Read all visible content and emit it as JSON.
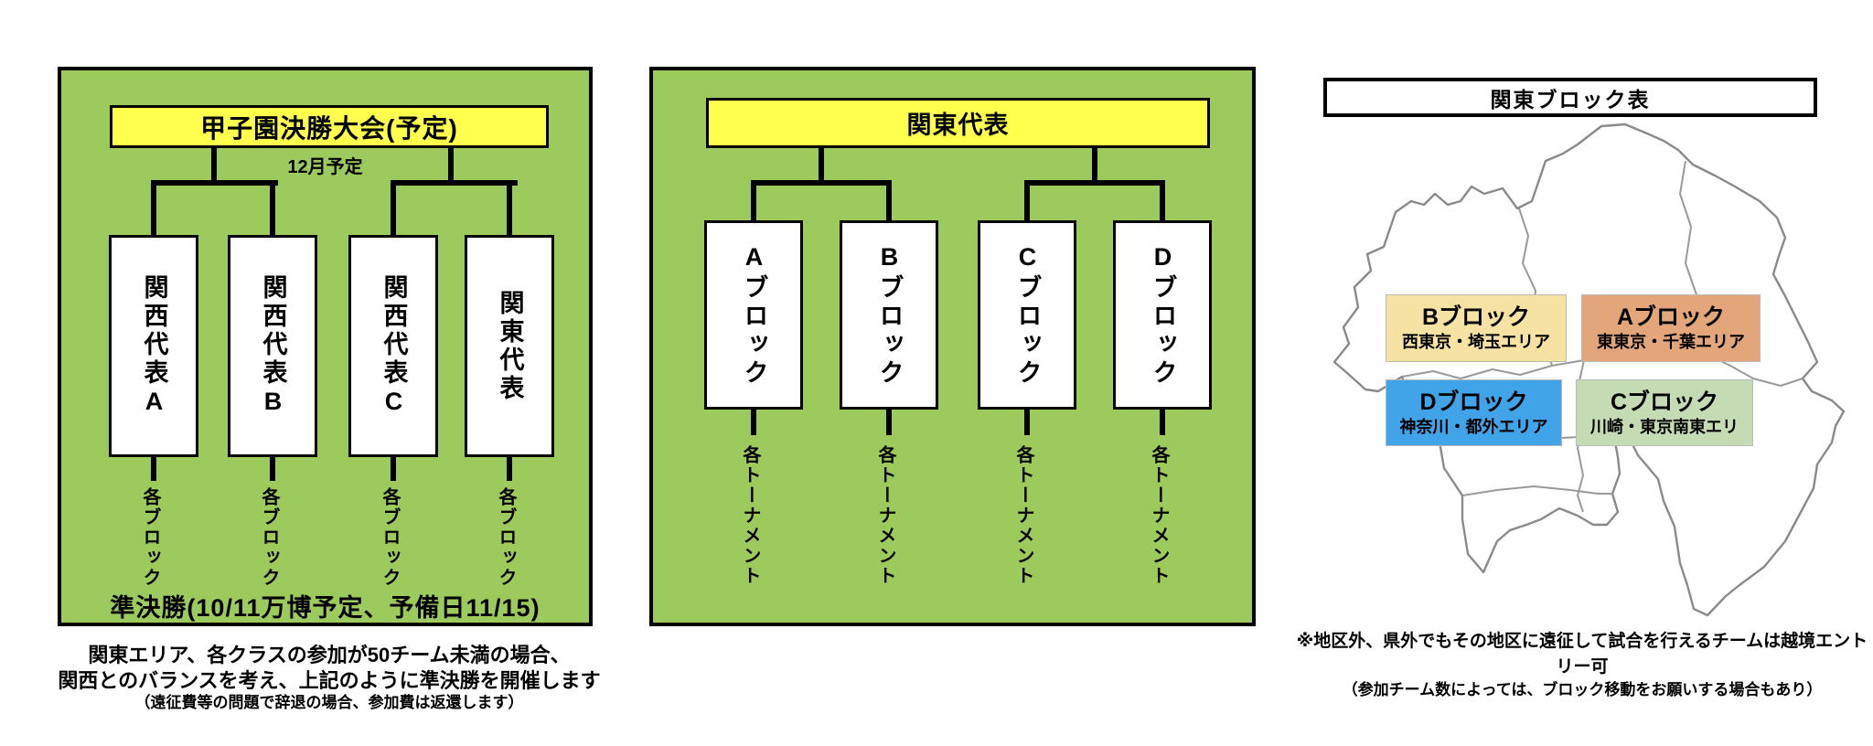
{
  "colors": {
    "panel_green": "#9dca5d",
    "highlight_yellow": "#ffff4d",
    "line_black": "#000000",
    "map_outline_gray": "#8a8a8a",
    "block_a_bg": "#e3a67b",
    "block_b_bg": "#f6e2a2",
    "block_c_bg": "#c5dbb3",
    "block_d_bg": "#41a3e8"
  },
  "left_panel": {
    "title": "甲子園決勝大会(予定)",
    "subtitle": "12月予定",
    "boxes": [
      {
        "label": "関西代表А"
      },
      {
        "label": "関西代表В"
      },
      {
        "label": "関西代表С"
      },
      {
        "label": "関東代表"
      }
    ],
    "feeder_label": "各ブロック",
    "footer": "準決勝(10/11万博予定、予備日11/15)"
  },
  "left_caption": {
    "line1": "関東エリア、各クラスの参加が50チーム未満の場合、",
    "line2": "関西とのバランスを考え、上記のように準決勝を開催します",
    "line3": "（遠征費等の問題で辞退の場合、参加費は返還します）"
  },
  "middle_panel": {
    "title": "関東代表",
    "boxes": [
      {
        "label": "Аブロック"
      },
      {
        "label": "Вブロック"
      },
      {
        "label": "Сブロック"
      },
      {
        "label": "Dブロック"
      }
    ],
    "feeder_label": "各トーナメント"
  },
  "right_panel": {
    "title": "関東ブロック表",
    "blocks": [
      {
        "name": "Bブロック",
        "area": "西東京・埼玉エリア"
      },
      {
        "name": "Aブロック",
        "area": "東東京・千葉エリア"
      },
      {
        "name": "Dブロック",
        "area": "神奈川・都外エリア"
      },
      {
        "name": "Cブロック",
        "area": "川崎・東京南東エリ"
      }
    ],
    "note_line1": "※地区外、県外でもその地区に遠征して試合を行えるチームは越境エントリー可",
    "note_line2": "（参加チーム数によっては、ブロック移動をお願いする場合もあり）"
  }
}
